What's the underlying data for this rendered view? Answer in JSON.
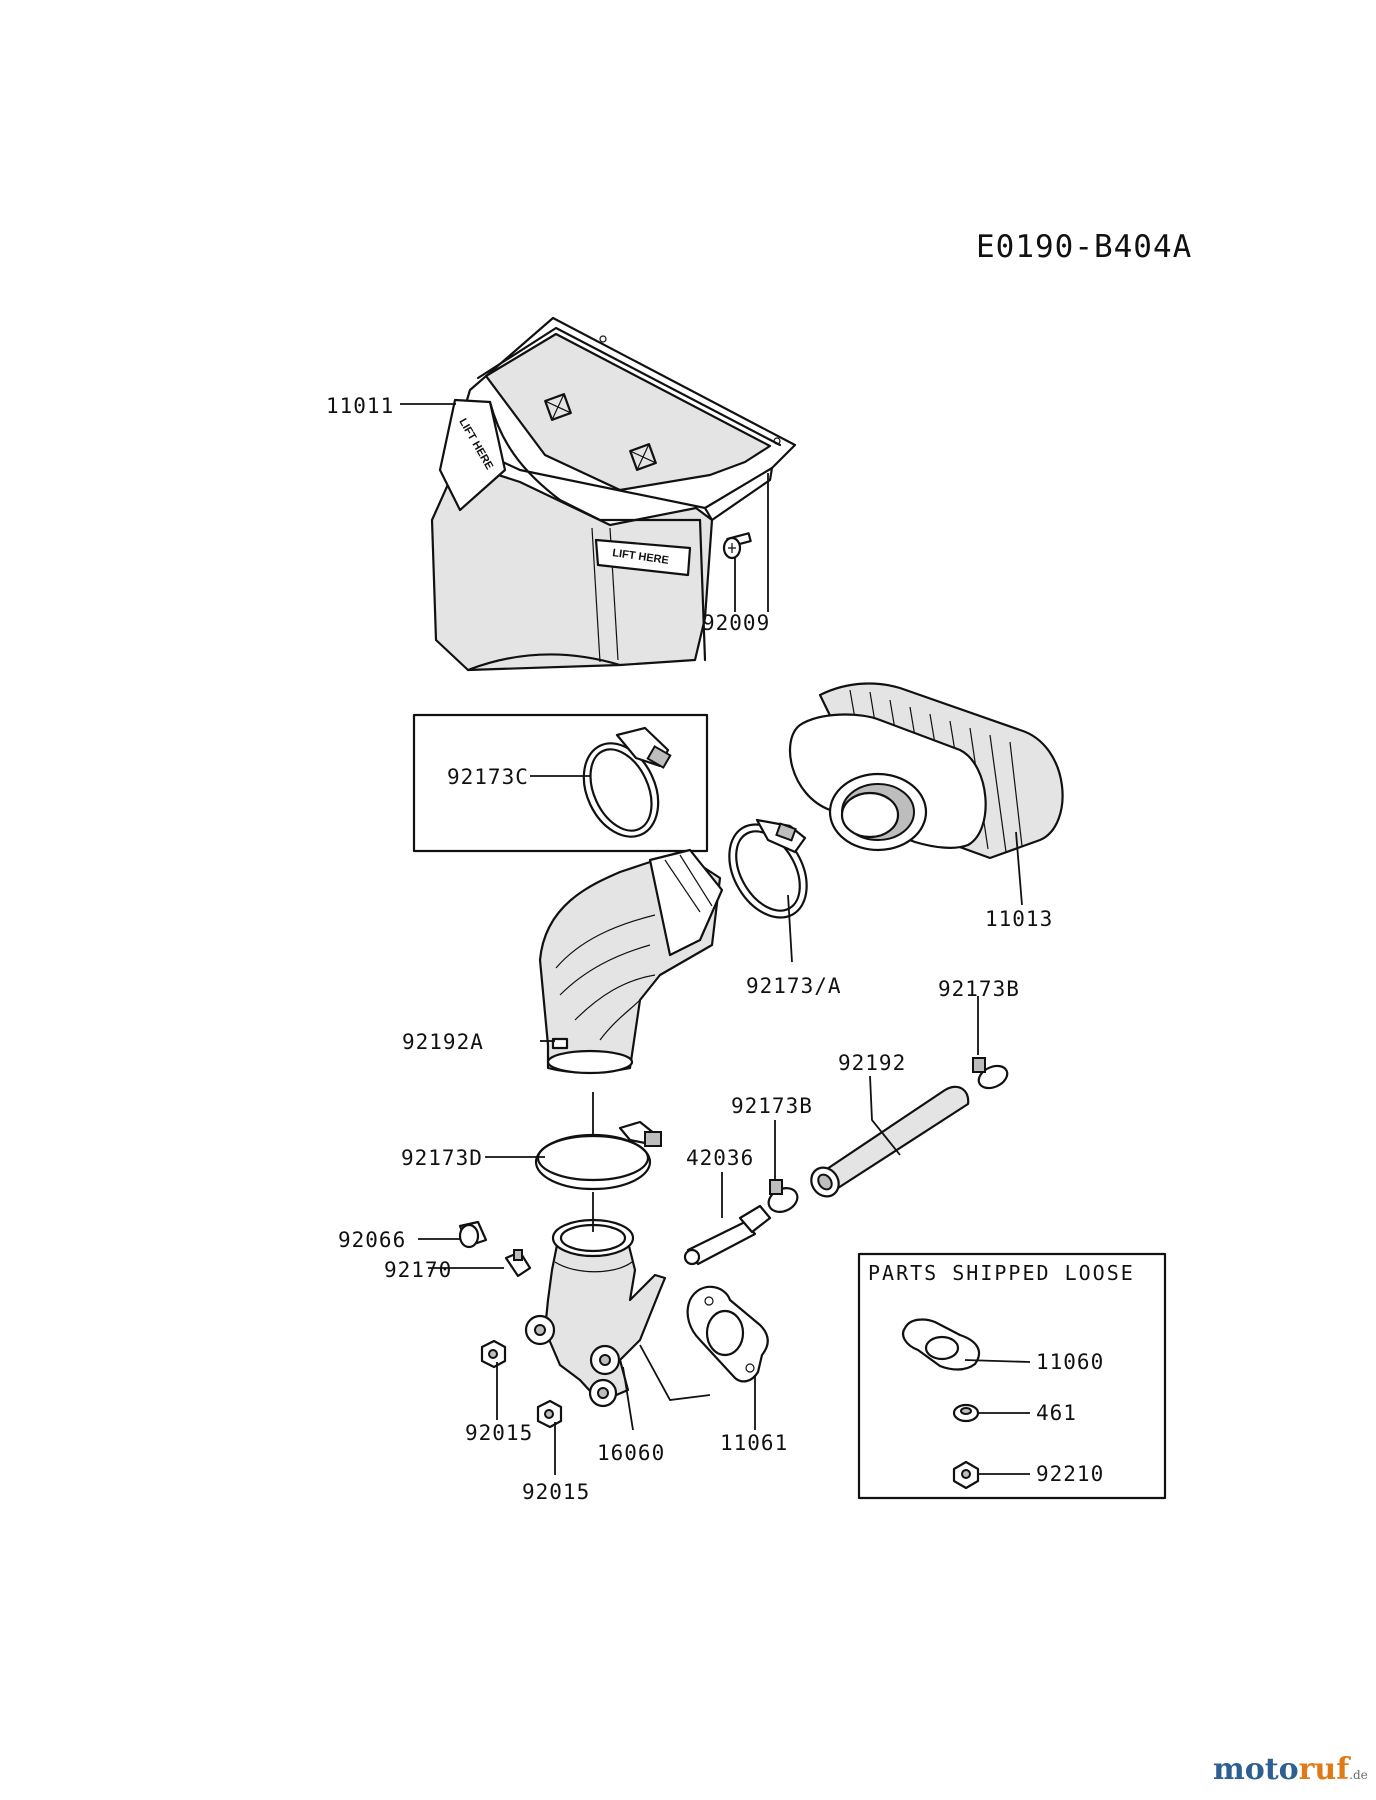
{
  "diagram_code": "E0190-B404A",
  "parts_shipped_loose_title": "PARTS SHIPPED LOOSE",
  "cover_marking": "LIFT HERE",
  "labels": {
    "p11011": "11011",
    "p92009": "92009",
    "p92173C": "92173C",
    "p11013": "11013",
    "p92173A": "92173/A",
    "p92173B_top": "92173B",
    "p92192A": "92192A",
    "p92192": "92192",
    "p92173B_mid": "92173B",
    "p92173D": "92173D",
    "p42036": "42036",
    "p92066": "92066",
    "p92170": "92170",
    "p92015_a": "92015",
    "p92015_b": "92015",
    "p16060": "16060",
    "p11061": "11061",
    "p11060": "11060",
    "p461": "461",
    "p92210": "92210"
  },
  "watermark": {
    "part1": "moto",
    "part2": "ruf",
    "part3": ".de"
  }
}
